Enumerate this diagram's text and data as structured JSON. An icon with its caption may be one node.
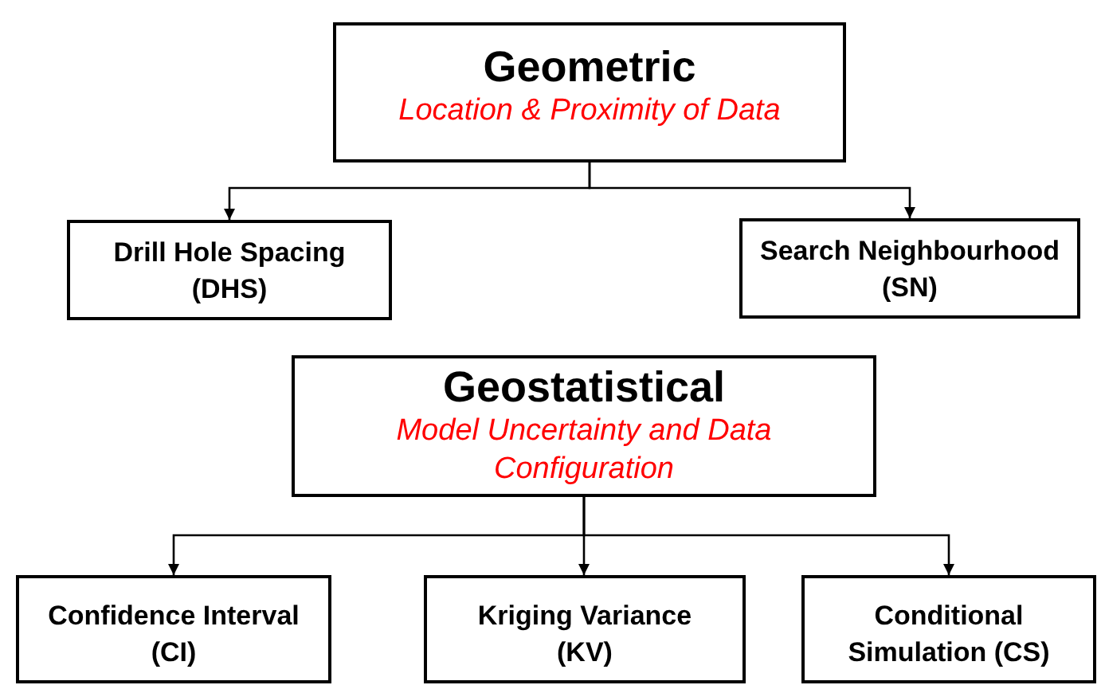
{
  "diagram": {
    "nodes": [
      {
        "text": [
          "Geometric",
          "Location & Proximity of Data"
        ]
      },
      {
        "text": [
          "Drill Hole Spacing (DHS)"
        ]
      },
      {
        "text": [
          "Search Neighbourhood (SN)"
        ]
      },
      {
        "text": [
          "Geostatistical",
          "Model Uncertainty and Data Configuration"
        ]
      },
      {
        "text": [
          "Confidence Interval (CI)"
        ]
      },
      {
        "text": [
          "Kriging Variance (KV)"
        ]
      },
      {
        "text": [
          "Conditional Simulation (CS)"
        ]
      }
    ],
    "edges": [
      {
        "from": 0,
        "to": 1,
        "arrow": "to"
      },
      {
        "from": 0,
        "to": 2,
        "arrow": "to"
      },
      {
        "from": 3,
        "to": 4,
        "arrow": "to"
      },
      {
        "from": 3,
        "to": 5,
        "arrow": "to"
      },
      {
        "from": 3,
        "to": 6,
        "arrow": "to"
      }
    ]
  }
}
